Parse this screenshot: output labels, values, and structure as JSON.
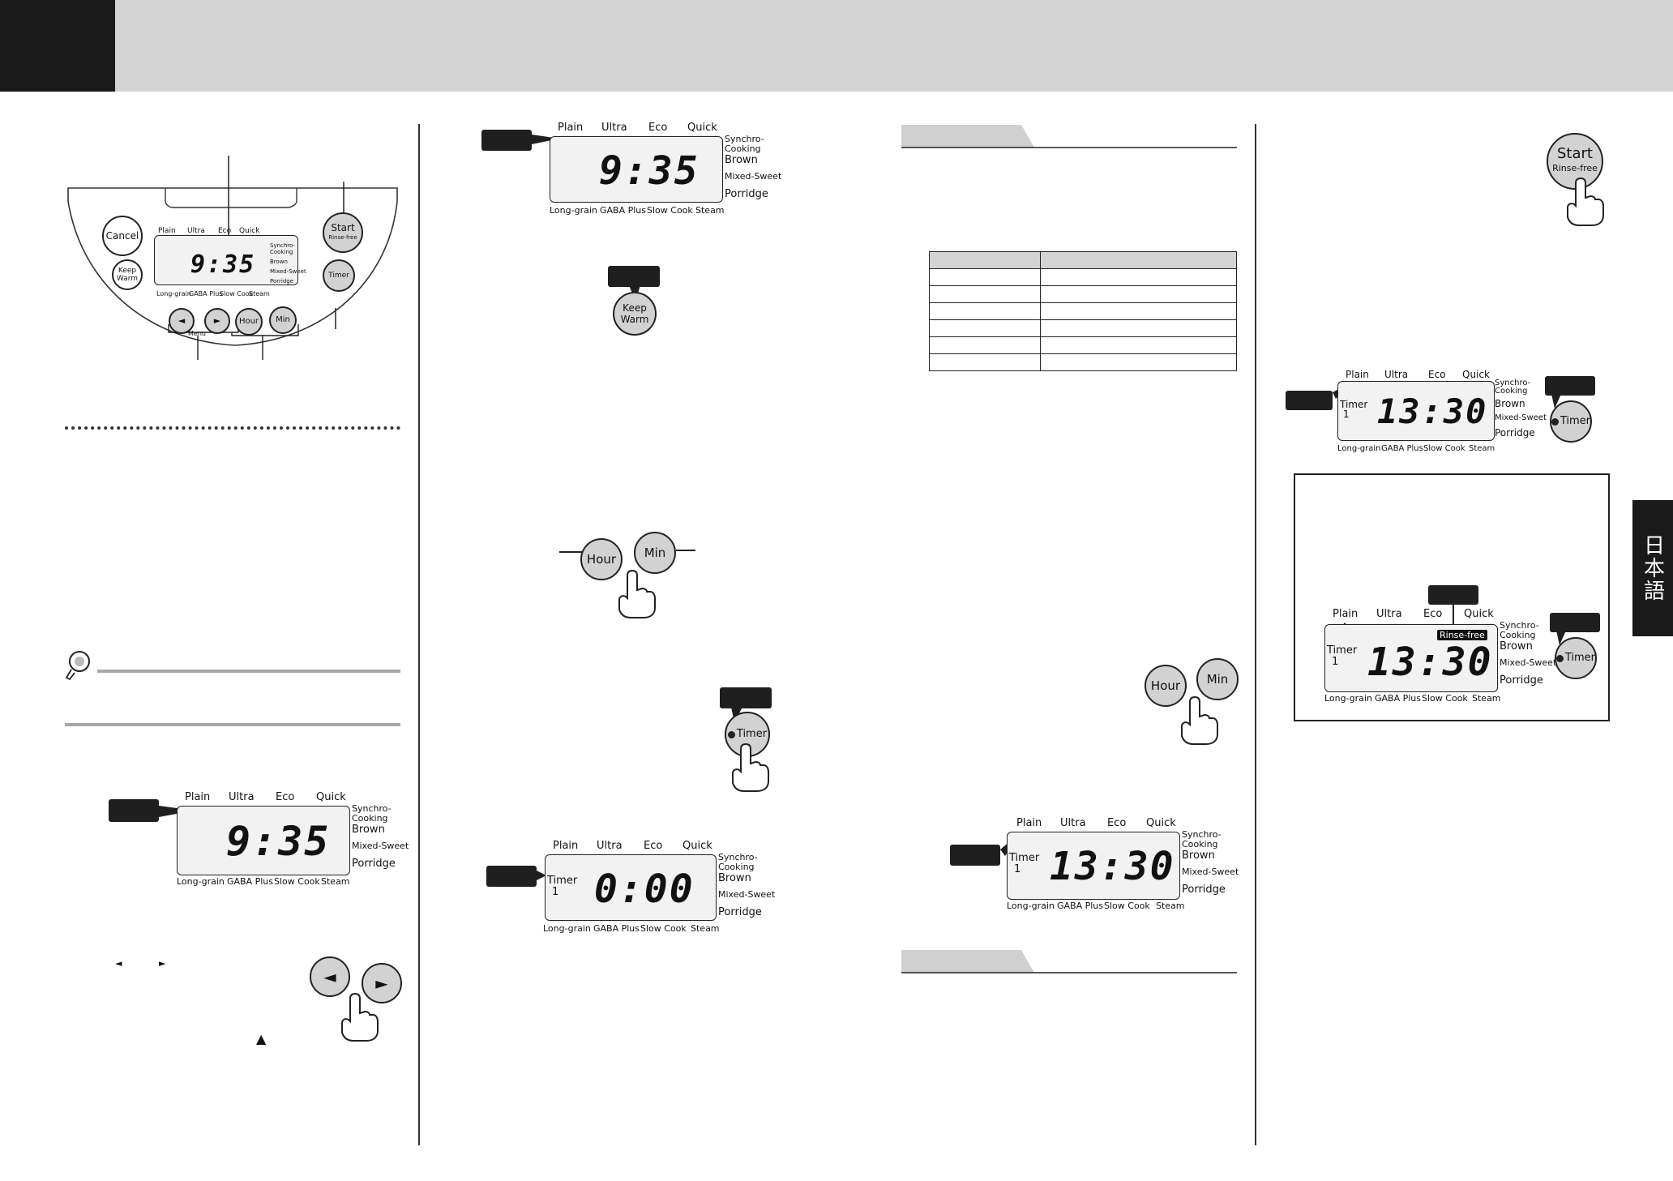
{
  "language_tab": "日本語",
  "lcd_top_labels": [
    "Plain",
    "Ultra",
    "Eco",
    "Quick"
  ],
  "lcd_right_labels": [
    "Synchro-",
    "Cooking",
    "Brown",
    "Mixed-Sweet",
    "Porridge"
  ],
  "lcd_bottom_labels": [
    "Long-grain",
    "GABA Plus",
    "Slow Cook",
    "Steam"
  ],
  "times": {
    "clock": "9:35",
    "zero": "0:00",
    "timer_set": "13:30"
  },
  "timer_label": "Timer",
  "timer_number": "1",
  "rinse_free_badge": "Rinse-free",
  "buttons": {
    "cancel": "Cancel",
    "keep_warm_1": "Keep",
    "keep_warm_2": "Warm",
    "start": "Start",
    "rinse_free": "Rinse-free",
    "timer": "Timer",
    "hour": "Hour",
    "min": "Min",
    "menu": "Menu",
    "left": "◄",
    "right": "►"
  },
  "arrow_glyphs": {
    "left": "◄",
    "right": "►",
    "up": "▲"
  }
}
